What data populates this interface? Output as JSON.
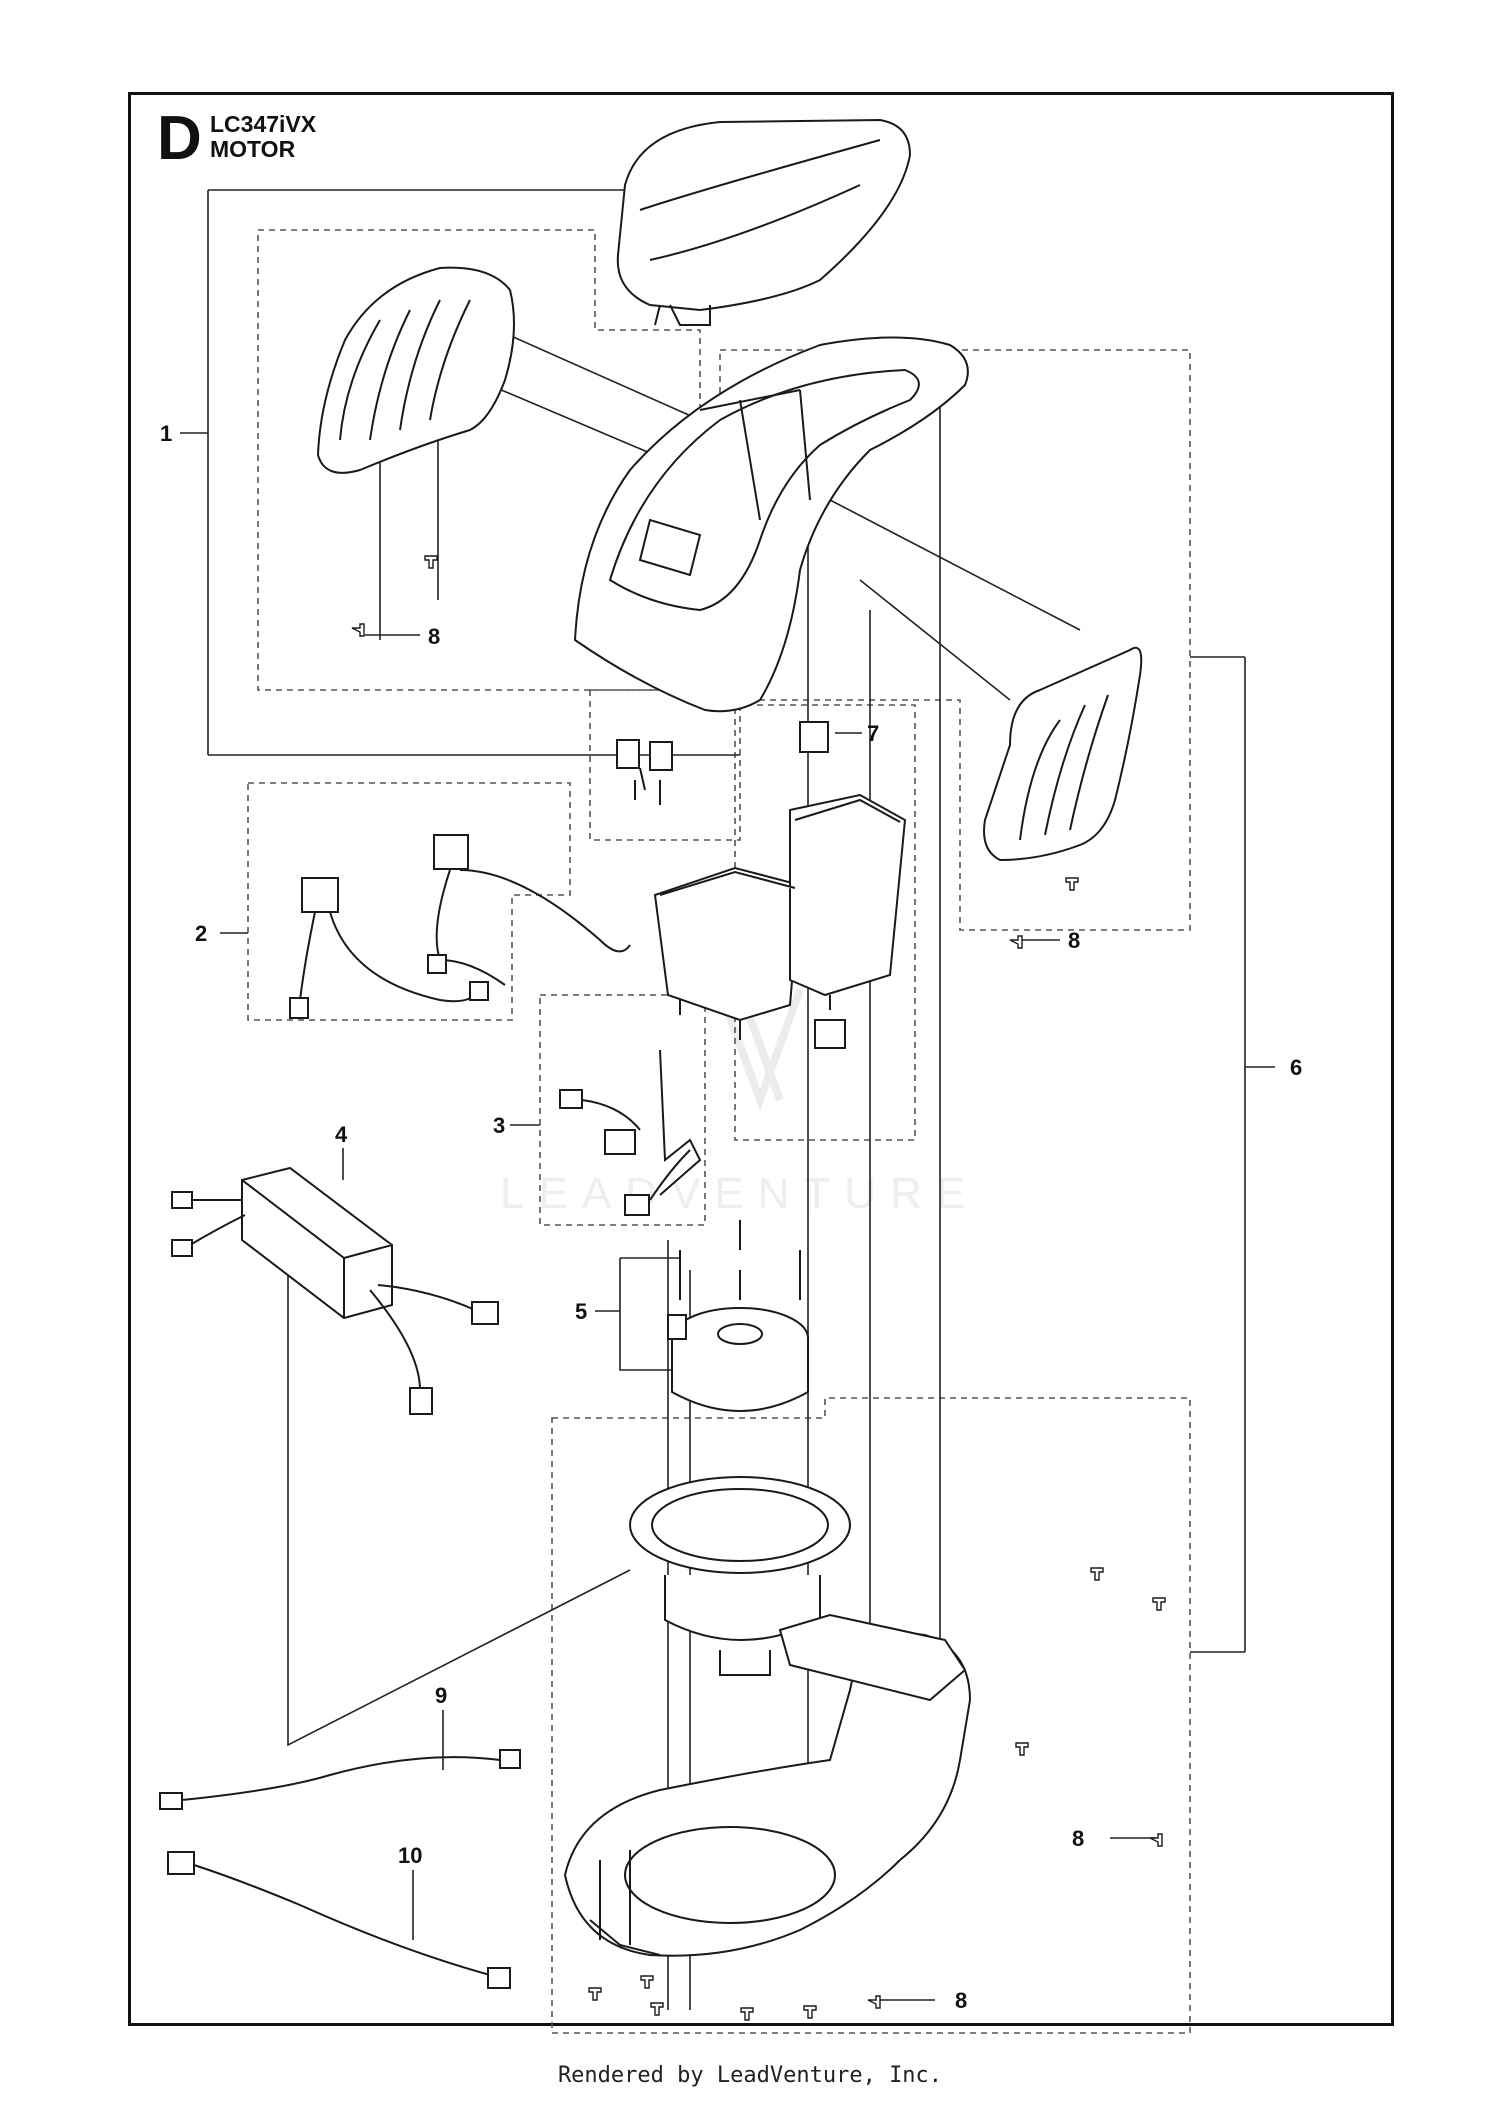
{
  "header": {
    "section_letter": "D",
    "model": "LC347iVX",
    "assembly": "MOTOR"
  },
  "callouts": [
    {
      "id": "c1",
      "label": "1"
    },
    {
      "id": "c2",
      "label": "2"
    },
    {
      "id": "c3",
      "label": "3"
    },
    {
      "id": "c4",
      "label": "4"
    },
    {
      "id": "c5",
      "label": "5"
    },
    {
      "id": "c6",
      "label": "6"
    },
    {
      "id": "c7",
      "label": "7"
    },
    {
      "id": "c8a",
      "label": "8"
    },
    {
      "id": "c8b",
      "label": "8"
    },
    {
      "id": "c8c",
      "label": "8"
    },
    {
      "id": "c8d",
      "label": "8"
    },
    {
      "id": "c9",
      "label": "9"
    },
    {
      "id": "c10",
      "label": "10"
    }
  ],
  "watermark": "LEADVENTURE",
  "footer": "Rendered by LeadVenture, Inc."
}
